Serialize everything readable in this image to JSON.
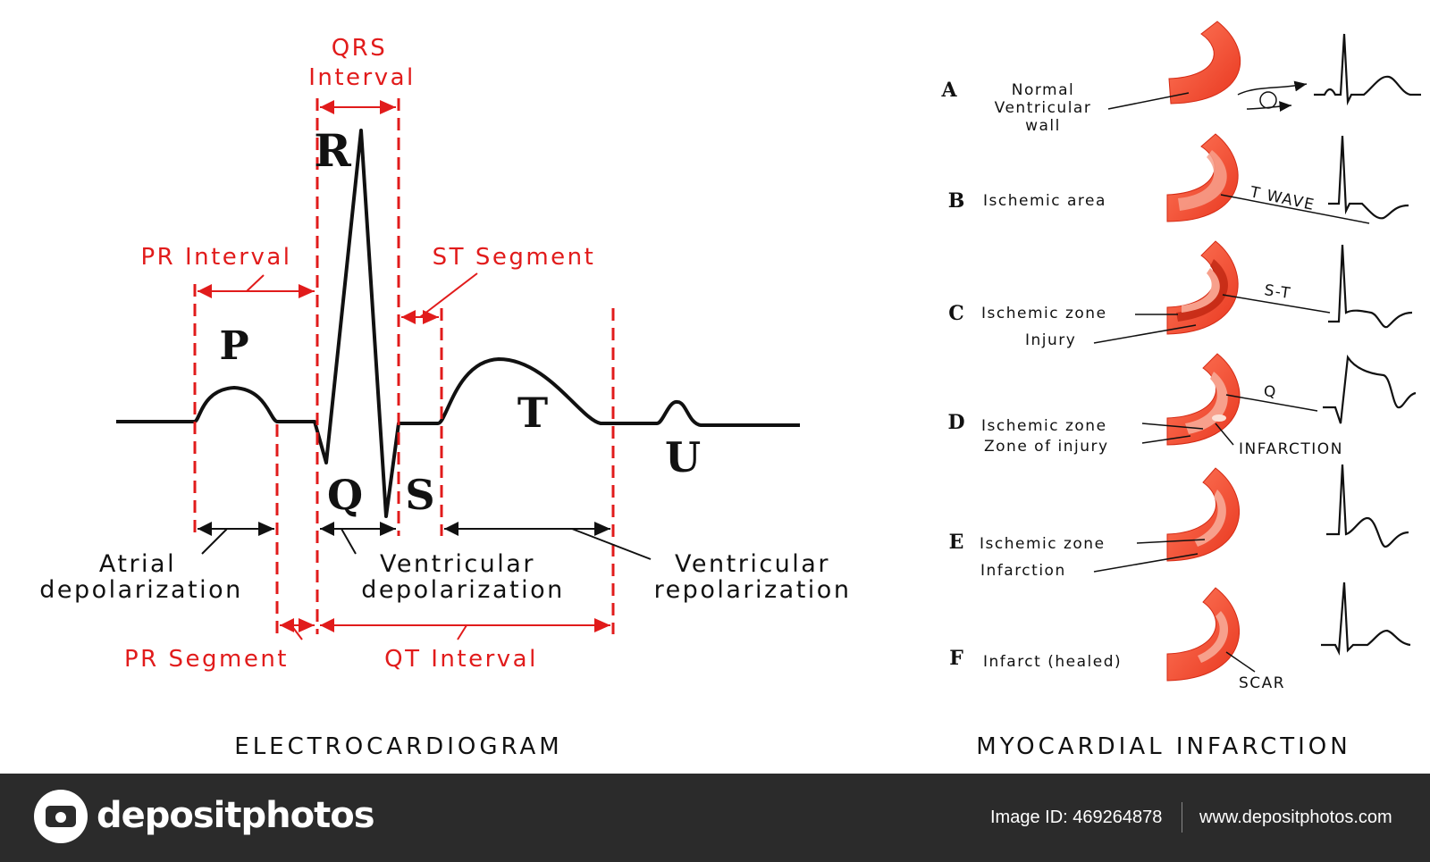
{
  "ecg": {
    "title": "ELECTROCARDIOGRAM",
    "waves": {
      "p": "P",
      "q": "Q",
      "r": "R",
      "s": "S",
      "t": "T",
      "u": "U"
    },
    "red_labels": {
      "qrs_interval_line1": "QRS",
      "qrs_interval_line2": "Interval",
      "pr_interval": "PR Interval",
      "st_segment": "ST Segment",
      "pr_segment": "PR Segment",
      "qt_interval": "QT Interval"
    },
    "black_labels": {
      "atrial_line1": "Atrial",
      "atrial_line2": "depolarization",
      "vent_dep_line1": "Ventricular",
      "vent_dep_line2": "depolarization",
      "vent_rep_line1": "Ventricular",
      "vent_rep_line2": "repolarization"
    },
    "colors": {
      "annotation": "#e11b1b",
      "trace": "#111111"
    }
  },
  "mi": {
    "title": "MYOCARDIAL INFARCTION",
    "cases": [
      {
        "letter": "A",
        "labels": [
          "Normal",
          "Ventricular",
          "wall"
        ]
      },
      {
        "letter": "B",
        "labels": [
          "Ischemic area"
        ],
        "tag": "T WAVE"
      },
      {
        "letter": "C",
        "labels": [
          "Ischemic zone",
          "Injury"
        ],
        "tag": "S-T"
      },
      {
        "letter": "D",
        "labels": [
          "Ischemic zone",
          "Zone of injury"
        ],
        "tag": "Q",
        "tag2": "INFARCTION"
      },
      {
        "letter": "E",
        "labels": [
          "Ischemic zone",
          "Infarction"
        ]
      },
      {
        "letter": "F",
        "labels": [
          "Infarct (healed)"
        ],
        "tag": "SCAR"
      }
    ],
    "colors": {
      "wall": "#f0553a",
      "wall_light": "#f7a08c"
    }
  },
  "footer": {
    "brand": "depositphotos",
    "image_id": "Image ID: 469264878",
    "url": "www.depositphotos.com"
  }
}
